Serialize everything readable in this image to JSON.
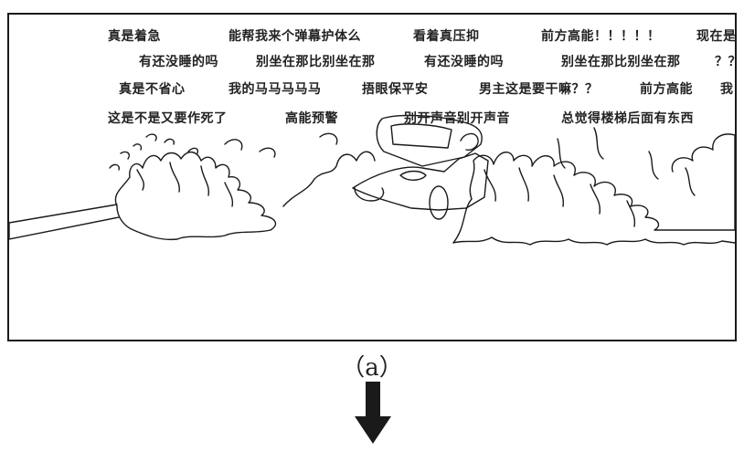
{
  "danmaku_rows": [
    [
      "真是着急",
      "能帮我来个弹幕护体么",
      "看着真压抑",
      "前方高能！！！！！",
      "现在是"
    ],
    [
      "有还没睡的吗",
      "别坐在那比别坐在那",
      "有还没睡的吗",
      "别坐在那比别坐在那",
      "？？"
    ],
    [
      "真是不省心",
      "我的马马马马马",
      "捂眼保平安",
      "男主这是要干嘛？？",
      "前方高能",
      "我"
    ],
    [
      "这是不是又要作死了",
      "高能预警",
      "别开声音别开声音",
      "总觉得楼梯后面有东西"
    ]
  ],
  "caption": "（a）",
  "figure": {
    "scene": "line-drawing",
    "icons": [
      "car-icon",
      "arrow-down-icon"
    ],
    "colors": {
      "stroke": "#1a1a1a",
      "background": "#ffffff"
    }
  }
}
